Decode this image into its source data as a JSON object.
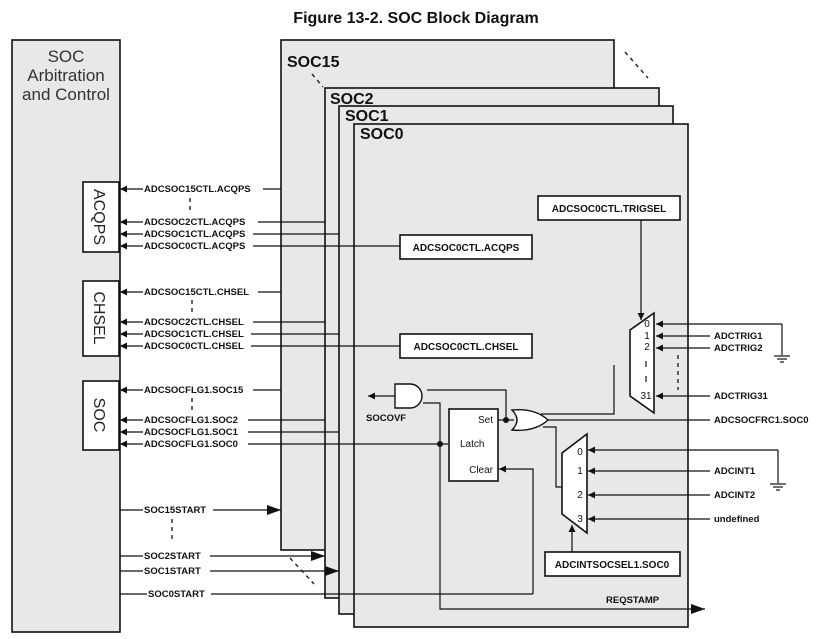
{
  "figure": {
    "title": "Figure 13-2. SOC Block Diagram"
  },
  "arbiter": {
    "title_lines": [
      "SOC",
      "Arbitration",
      "and Control"
    ],
    "inputs": [
      {
        "label": "ACQPS",
        "signals": [
          "ADCSOC15CTL.ACQPS",
          "ADCSOC2CTL.ACQPS",
          "ADCSOC1CTL.ACQPS",
          "ADCSOC0CTL.ACQPS"
        ]
      },
      {
        "label": "CHSEL",
        "signals": [
          "ADCSOC15CTL.CHSEL",
          "ADCSOC2CTL.CHSEL",
          "ADCSOC1CTL.CHSEL",
          "ADCSOC0CTL.CHSEL"
        ]
      },
      {
        "label": "SOC",
        "signals": [
          "ADCSOCFLG1.SOC15",
          "ADCSOCFLG1.SOC2",
          "ADCSOCFLG1.SOC1",
          "ADCSOCFLG1.SOC0"
        ]
      }
    ],
    "start_signals": [
      "SOC15START",
      "SOC2START",
      "SOC1START",
      "SOC0START"
    ]
  },
  "soc_blocks": [
    "SOC15",
    "SOC2",
    "SOC1",
    "SOC0"
  ],
  "soc0": {
    "registers": {
      "trigsel": "ADCSOC0CTL.TRIGSEL",
      "acqps": "ADCSOC0CTL.ACQPS",
      "chsel": "ADCSOC0CTL.CHSEL",
      "intsocsel": "ADCINTSOCSEL1.SOC0"
    },
    "trig_mux": {
      "ports": [
        "0",
        "1",
        "2",
        "31"
      ],
      "inputs": [
        "ADCTRIG1",
        "ADCTRIG2",
        "ADCTRIG31"
      ]
    },
    "force": "ADCSOCFRC1.SOC0",
    "int_mux": {
      "ports": [
        "0",
        "1",
        "2",
        "3"
      ],
      "inputs": [
        "ADCINT1",
        "ADCINT2",
        "undefined"
      ]
    },
    "latch": {
      "set": "Set",
      "latch": "Latch",
      "clear": "Clear"
    },
    "overflow": "SOCOVF",
    "reqstamp": "REQSTAMP"
  }
}
